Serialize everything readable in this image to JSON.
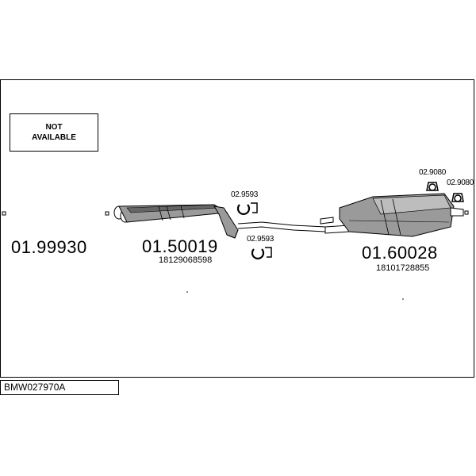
{
  "diagram": {
    "reference": "BMW027970A",
    "parts": [
      {
        "number": "01.99930",
        "status_line1": "NOT",
        "status_line2": "AVAILABLE"
      },
      {
        "number": "01.50019",
        "oem": "18129068598"
      },
      {
        "number": "01.60028",
        "oem": "18101728855"
      }
    ],
    "accessories": [
      {
        "code": "02.9593"
      },
      {
        "code": "02.9593"
      },
      {
        "code": "02.9080"
      },
      {
        "code": "02.9080"
      }
    ],
    "colors": {
      "line": "#000000",
      "fill": "#888888",
      "background": "#ffffff"
    }
  }
}
